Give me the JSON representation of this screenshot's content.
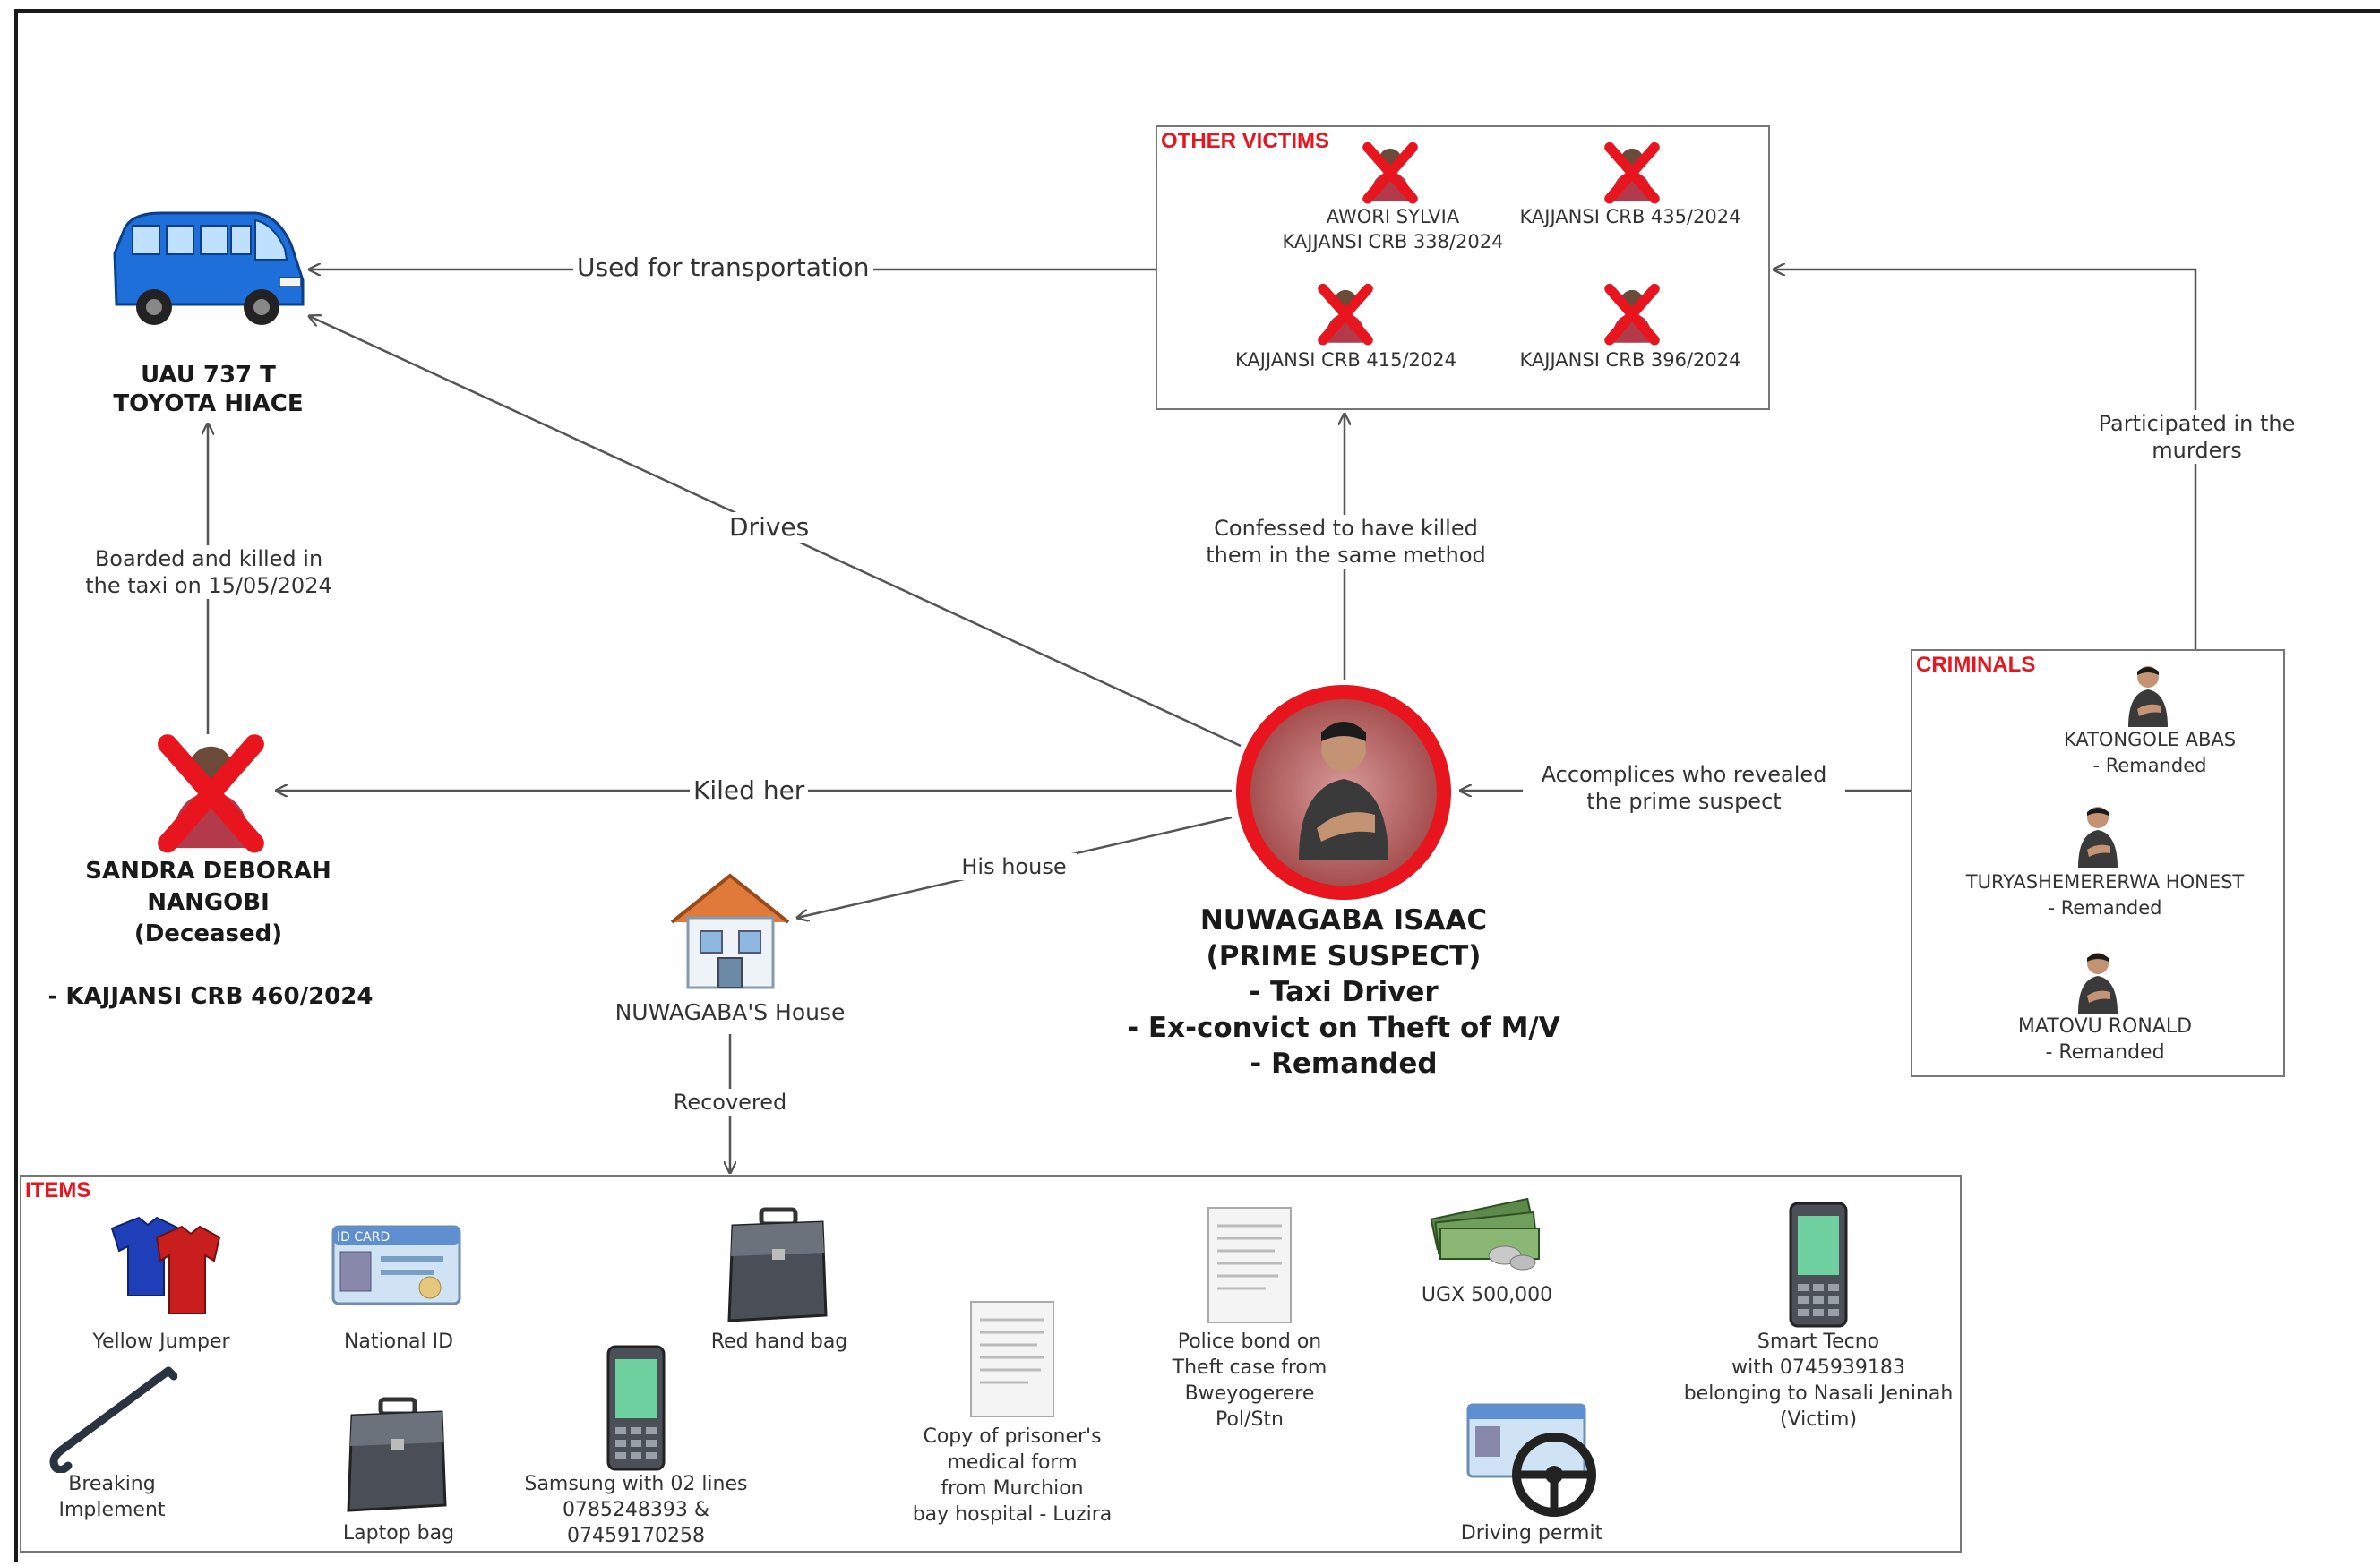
{
  "colors": {
    "accent_red": "#e8141e",
    "suspect_ring": "#e8141e",
    "van_blue": "#1e6fd9",
    "box_border": "#777777"
  },
  "vehicle": {
    "line1": "UAU 737 T",
    "line2": "TOYOTA HIACE",
    "icon": "minibus-icon"
  },
  "other_victims": {
    "title": "OTHER VICTIMS",
    "victims": [
      {
        "label": "AWORI SYLVIA\nKAJJANSI CRB 338/2024"
      },
      {
        "label": "KAJJANSI CRB 435/2024"
      },
      {
        "label": "KAJJANSI CRB 415/2024"
      },
      {
        "label": "KAJJANSI CRB 396/2024"
      }
    ]
  },
  "victim": {
    "name": "SANDRA DEBORAH\nNANGOBI\n(Deceased)",
    "case": "- KAJJANSI CRB 460/2024"
  },
  "suspect": {
    "text": "NUWAGABA ISAAC\n(PRIME SUSPECT)\n- Taxi Driver\n- Ex-convict on Theft of M/V\n- Remanded"
  },
  "house": {
    "label": "NUWAGABA'S House"
  },
  "criminals": {
    "title": "CRIMINALS",
    "people": [
      {
        "label": "KATONGOLE ABAS\n- Remanded"
      },
      {
        "label": "TURYASHEMERERWA HONEST\n- Remanded"
      },
      {
        "label": "MATOVU RONALD\n- Remanded"
      }
    ]
  },
  "edges": {
    "used_for_transportation": "Used for transportation",
    "drives": "Drives",
    "boarded": "Boarded and killed in\nthe taxi on 15/05/2024",
    "confessed": "Confessed to have killed\nthem in the same method",
    "participated": "Participated in the\nmurders",
    "killed_her": "Kiled her",
    "accomplices": "Accomplices who revealed\nthe prime suspect",
    "his_house": "His house",
    "recovered": "Recovered"
  },
  "items": {
    "title": "ITEMS",
    "list": [
      {
        "label": "Yellow Jumper",
        "icon": "jumper-icon"
      },
      {
        "label": "National ID",
        "icon": "id-card-icon",
        "card_text": "ID CARD"
      },
      {
        "label": "Red hand bag",
        "icon": "briefcase-icon"
      },
      {
        "label": "UGX 500,000",
        "icon": "money-icon"
      },
      {
        "label": "Police bond on\nTheft  case from\nBweyogerere\nPol/Stn",
        "icon": "document-icon"
      },
      {
        "label": "Smart Tecno\nwith 0745939183\nbelonging to Nasali Jeninah\n(Victim)",
        "icon": "phone-icon"
      },
      {
        "label": "Breaking\nImplement",
        "icon": "crowbar-icon"
      },
      {
        "label": "Laptop bag",
        "icon": "briefcase-icon"
      },
      {
        "label": "Samsung with 02 lines\n0785248393 &\n07459170258",
        "icon": "phone-icon"
      },
      {
        "label": "Copy of prisoner's\nmedical form\nfrom Murchion\nbay hospital - Luzira",
        "icon": "document-icon"
      },
      {
        "label": "Driving permit",
        "icon": "driving-permit-icon"
      }
    ]
  }
}
